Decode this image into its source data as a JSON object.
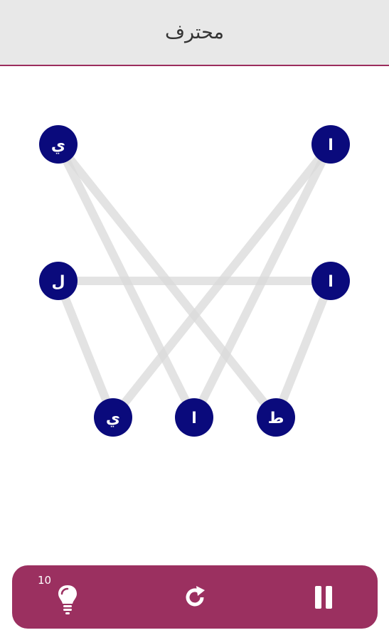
{
  "header": {
    "title": "محترف"
  },
  "colors": {
    "header_bg": "#e8e8e8",
    "header_border": "#9b2c5c",
    "node_fill": "#0a0a7c",
    "edge": "#d9d9d9",
    "bar_bg": "#9b3060",
    "icon": "#ffffff"
  },
  "board": {
    "nodes": [
      {
        "id": "n1",
        "letter": "ي"
      },
      {
        "id": "n2",
        "letter": "ا"
      },
      {
        "id": "n3",
        "letter": "ل"
      },
      {
        "id": "n4",
        "letter": "ا"
      },
      {
        "id": "n5",
        "letter": "ي"
      },
      {
        "id": "n6",
        "letter": "ا"
      },
      {
        "id": "n7",
        "letter": "ط"
      }
    ],
    "edges": [
      [
        "n1",
        "n6"
      ],
      [
        "n1",
        "n7"
      ],
      [
        "n2",
        "n5"
      ],
      [
        "n2",
        "n6"
      ],
      [
        "n3",
        "n4"
      ],
      [
        "n3",
        "n5"
      ],
      [
        "n4",
        "n7"
      ]
    ]
  },
  "controls": {
    "hint_count": "10",
    "hint_icon": "lightbulb-icon",
    "restart_icon": "restart-icon",
    "pause_icon": "pause-icon"
  }
}
